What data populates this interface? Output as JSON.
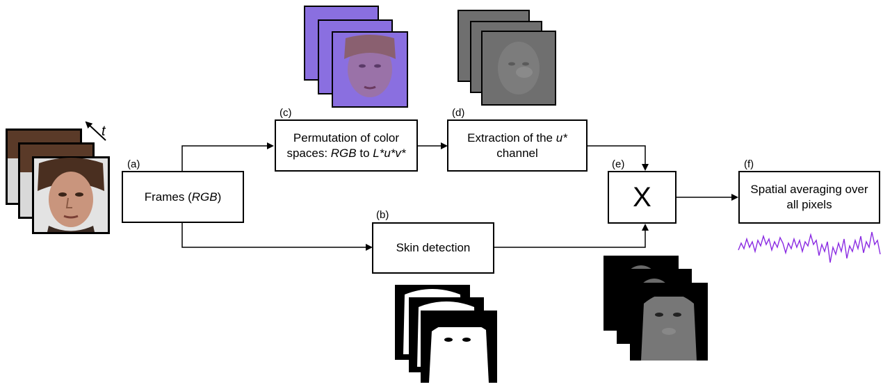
{
  "time_label": "t",
  "steps": {
    "a": {
      "tag": "(a)",
      "pre": "Frames (",
      "em": "RGB",
      "post": ")"
    },
    "b": {
      "tag": "(b)",
      "text": "Skin detection"
    },
    "c": {
      "tag": "(c)",
      "line1": "Permutation of color",
      "line2_pre": "spaces: ",
      "line2_em1": "RGB",
      "line2_mid": " to ",
      "line2_em2": "L*u*v*"
    },
    "d": {
      "tag": "(d)",
      "line1_pre": "Extraction of the ",
      "line1_em": "u*",
      "line2": "channel"
    },
    "e": {
      "tag": "(e)",
      "symbol": "X"
    },
    "f": {
      "tag": "(f)",
      "line1": "Spatial averaging over",
      "line2": "all pixels"
    }
  },
  "colors": {
    "face": "#c9957d",
    "luv": "#8a6fe0",
    "uchannel": "#6f6f6f",
    "mask": "#000000",
    "signal": "#8a2be2"
  }
}
